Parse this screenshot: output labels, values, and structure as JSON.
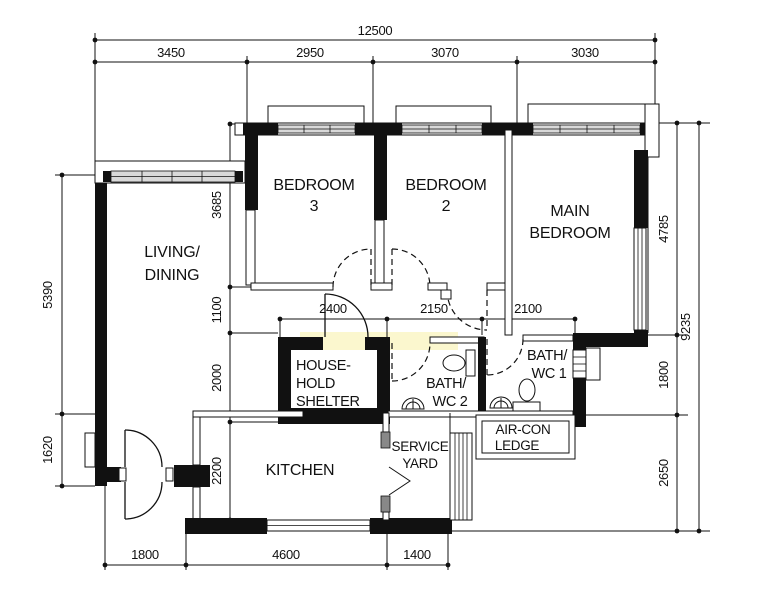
{
  "plan": {
    "rooms": {
      "living_dining": [
        "LIVING/",
        "DINING"
      ],
      "bedroom3": [
        "BEDROOM",
        "3"
      ],
      "bedroom2": [
        "BEDROOM",
        "2"
      ],
      "main_bedroom": [
        "MAIN",
        "BEDROOM"
      ],
      "household_shelter": [
        "HOUSE-",
        "HOLD",
        "SHELTER"
      ],
      "bath_wc_2": [
        "BATH/",
        "WC 2"
      ],
      "bath_wc_1": [
        "BATH/",
        "WC 1"
      ],
      "kitchen": [
        "KITCHEN"
      ],
      "service_yard": [
        "SERVICE",
        "YARD"
      ],
      "aircon_ledge": [
        "AIR-CON",
        "LEDGE"
      ]
    },
    "dimensions": {
      "top_total": "12500",
      "top_segments": [
        "3450",
        "2950",
        "3070",
        "3030"
      ],
      "left_outer": [
        "5390",
        "1620"
      ],
      "left_inner": [
        "3685",
        "1100",
        "2000",
        "2200"
      ],
      "middle": [
        "2400",
        "2150",
        "2100"
      ],
      "right_inner": [
        "4785",
        "1800",
        "2650"
      ],
      "right_total": "9235",
      "bottom": [
        "1800",
        "4600",
        "1400"
      ]
    },
    "colors": {
      "line": "#111111",
      "background": "#ffffff",
      "window_fill": "#d9d9d9",
      "watermark": "#f7ef9e"
    }
  }
}
